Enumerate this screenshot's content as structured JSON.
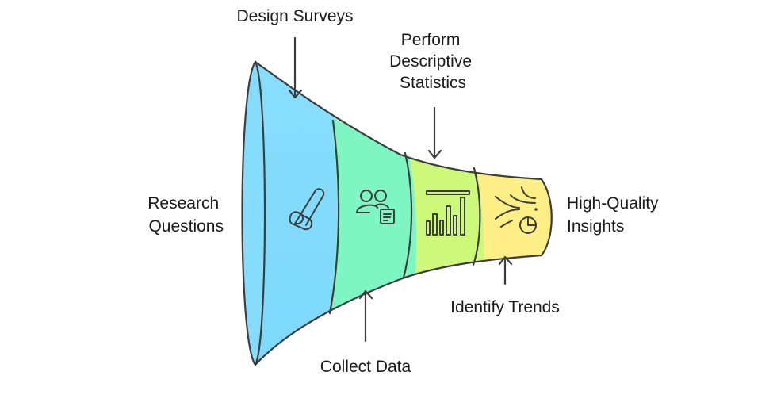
{
  "diagram": {
    "type": "funnel",
    "colors": {
      "stage1": "#7dd8fb",
      "stage1_light": "#88defd",
      "stage2": "#7ef6c4",
      "stage3": "#cdf97a",
      "stage4": "#fdee85",
      "outline": "#3d3d3d",
      "text": "#1a1a1a"
    },
    "input_label": [
      "Research",
      "Questions"
    ],
    "output_label": [
      "High-Quality",
      "Insights"
    ],
    "stages": [
      {
        "name": "Design Surveys",
        "label_lines": [
          "Design Surveys"
        ],
        "icon": "pen-tool-icon",
        "label_position": "top"
      },
      {
        "name": "Collect Data",
        "label_lines": [
          "Collect Data"
        ],
        "icon": "users-document-icon",
        "label_position": "bottom"
      },
      {
        "name": "Perform Descriptive Statistics",
        "label_lines": [
          "Perform",
          "Descriptive",
          "Statistics"
        ],
        "icon": "bar-chart-icon",
        "label_position": "top"
      },
      {
        "name": "Identify Trends",
        "label_lines": [
          "Identify Trends"
        ],
        "icon": "trend-pie-icon",
        "label_position": "bottom"
      }
    ]
  }
}
